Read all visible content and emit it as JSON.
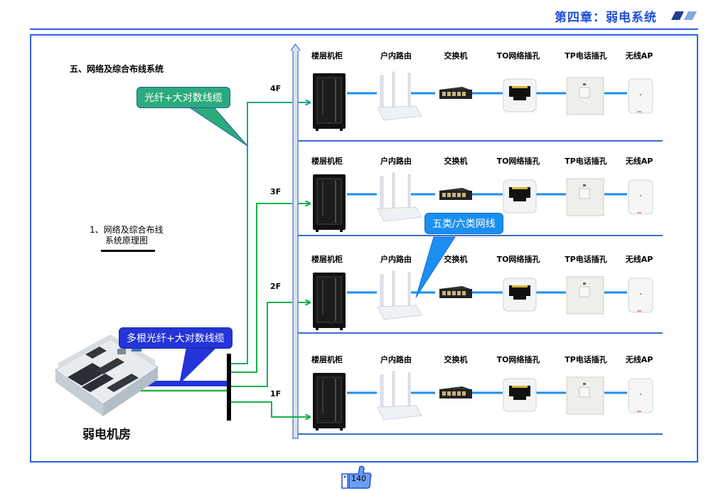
{
  "header": {
    "chapter_title": "第四章：弱电系统",
    "accent_colors": [
      "#1f3f8f",
      "#7fa8e0"
    ]
  },
  "section_title": "五、网络及综合布线系统",
  "subtitle": {
    "line1": "1、网络及综合布线",
    "line2": "系统原理图"
  },
  "callouts": {
    "riser_cable": "光纤+大对数线缆",
    "horizontal_cable": "五类/六类网线",
    "main_cable": "多根光纤+大对数线缆"
  },
  "machine_room": {
    "label": "弱电机房",
    "icon": "server-room-icon"
  },
  "columns": [
    {
      "label": "楼层机柜",
      "icon": "network-cabinet-icon"
    },
    {
      "label": "户内路由",
      "icon": "router-icon"
    },
    {
      "label": "交换机",
      "icon": "switch-icon"
    },
    {
      "label": "TO网络插孔",
      "icon": "rj45-outlet-icon"
    },
    {
      "label": "TP电话插孔",
      "icon": "phone-outlet-icon"
    },
    {
      "label": "无线AP",
      "icon": "wireless-ap-icon"
    }
  ],
  "floors": [
    {
      "label": "4F"
    },
    {
      "label": "3F"
    },
    {
      "label": "2F"
    },
    {
      "label": "1F"
    }
  ],
  "colors": {
    "frame_blue": "#2a63e6",
    "riser_green": "#1aa88a",
    "branch_green": "#14b04a",
    "link_blue": "#1a8ff0",
    "main_cable_blue": "#2434d8"
  },
  "footer": {
    "page_number": "140",
    "icon": "thumbs-up-icon"
  }
}
